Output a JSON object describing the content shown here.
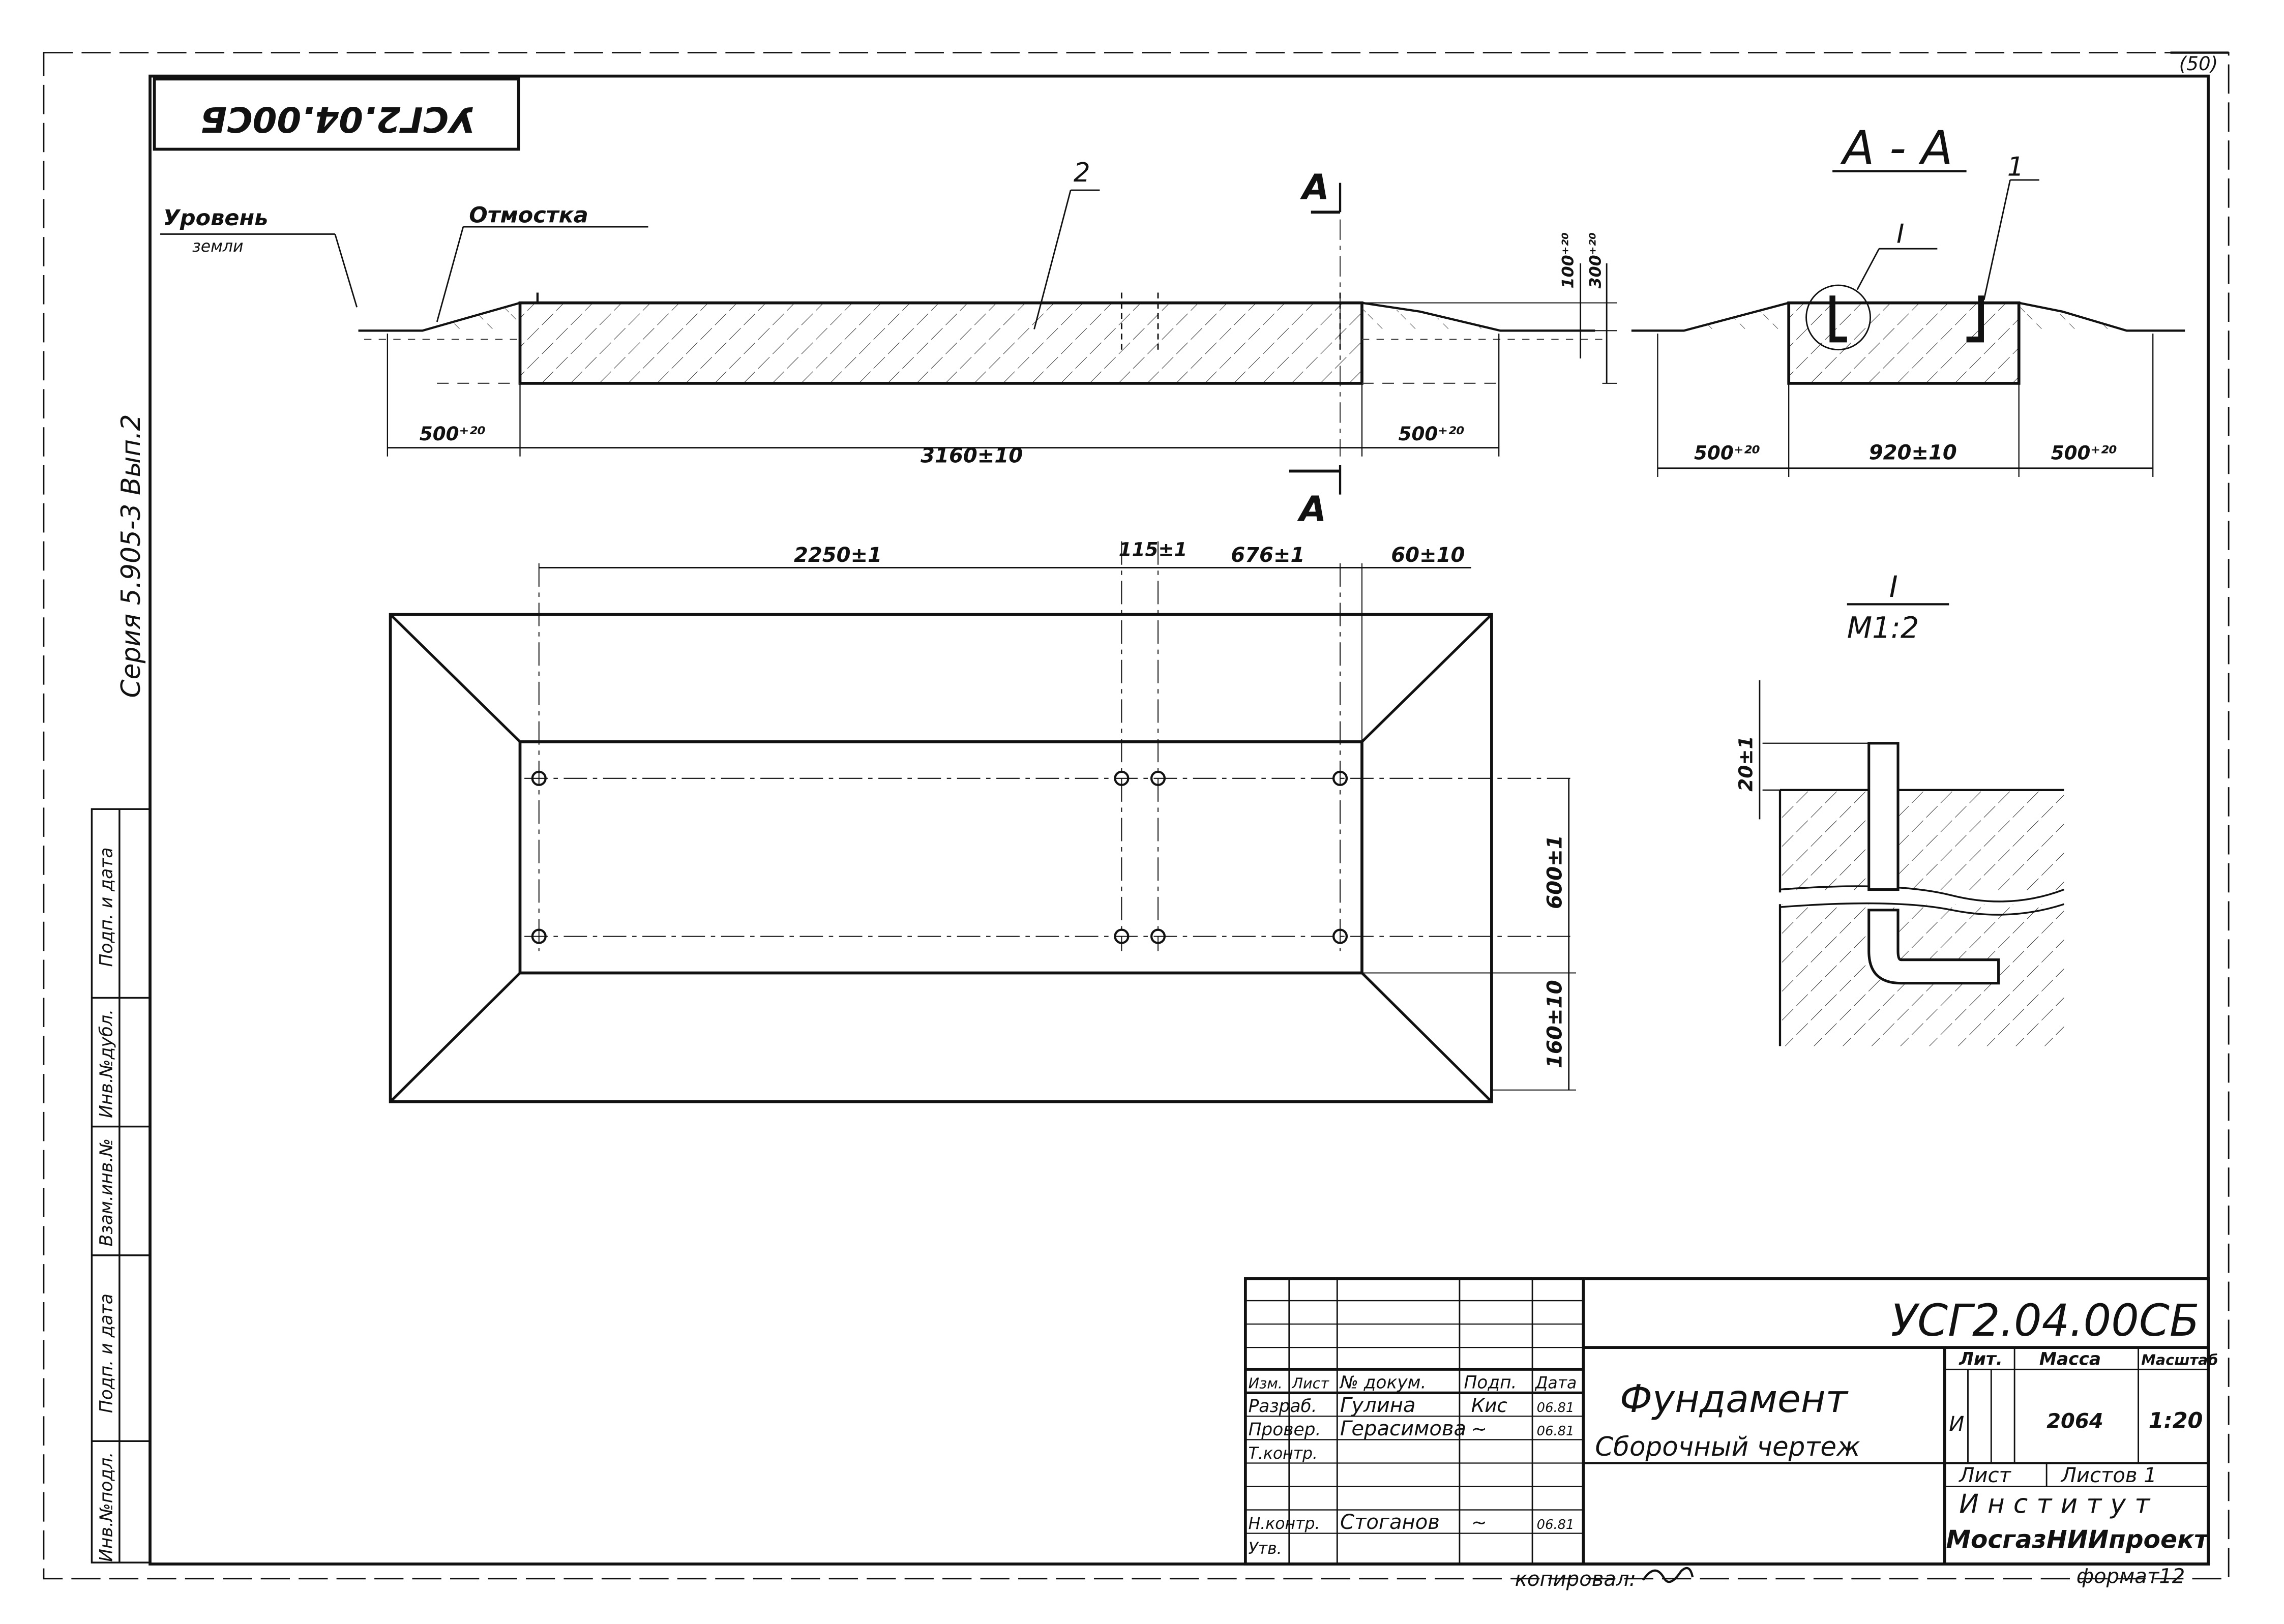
{
  "sheet": {
    "page_number": "(50)",
    "copied_by": "копировал:",
    "format": "формат12",
    "rotated_code": "УСГ2.04.00СБ",
    "side_label": "Серия 5.905-3   Вып.2"
  },
  "left_strip": [
    "Инв.№подл.",
    "Подп. и дата",
    "Взам.инв.№",
    "Инв.№дубл.",
    "Подп. и дата"
  ],
  "elevation": {
    "ground_label": "Уровень",
    "ground_label2": "земли",
    "slope_label": "Отмостка",
    "leader_2": "2",
    "cut_top": "А",
    "cut_bottom": "А",
    "dim_height_top": "100⁺²⁰",
    "dim_height_total": "300⁺²⁰",
    "dim_left": "500⁺²⁰",
    "dim_length": "3160±10",
    "dim_right": "500⁺²⁰"
  },
  "section": {
    "title": "А - А",
    "leader_1": "1",
    "leader_I": "I",
    "dim_left": "500⁺²⁰",
    "dim_width": "920±10",
    "dim_right": "500⁺²⁰"
  },
  "plan": {
    "dim_a": "2250±1",
    "dim_b": "115±1",
    "dim_c": "676±1",
    "dim_d": "60±10",
    "dim_v1": "600±1",
    "dim_v2": "160±10"
  },
  "detail": {
    "title": "I",
    "scale": "М1:2",
    "dim": "20±1"
  },
  "title_block": {
    "designation": "УСГ2.04.00СБ",
    "name": "Фундамент",
    "subname": "Сборочный чертеж",
    "col_headers": [
      "Изм.",
      "Лист",
      "№ докум.",
      "Подп.",
      "Дата"
    ],
    "rows": [
      {
        "role": "Разраб.",
        "name": "Гулина",
        "sign": "Кис",
        "date": "06.81"
      },
      {
        "role": "Провер.",
        "name": "Герасимова",
        "sign": "~",
        "date": "06.81"
      },
      {
        "role": "Т.контр.",
        "name": "",
        "sign": "",
        "date": ""
      },
      {
        "role": "Н.контр.",
        "name": "Стоганов",
        "sign": "~",
        "date": "06.81"
      },
      {
        "role": "Утв.",
        "name": "",
        "sign": "",
        "date": ""
      }
    ],
    "lit_header": "Лит.",
    "mass_header": "Масса",
    "scale_header": "Масштаб",
    "lit_value": "И",
    "mass_value": "2064",
    "scale_value": "1:20",
    "sheet_label": "Лист",
    "sheets_label": "Листов 1",
    "institute_1": "Институт",
    "institute_2": "МосгазНИИпроект"
  }
}
